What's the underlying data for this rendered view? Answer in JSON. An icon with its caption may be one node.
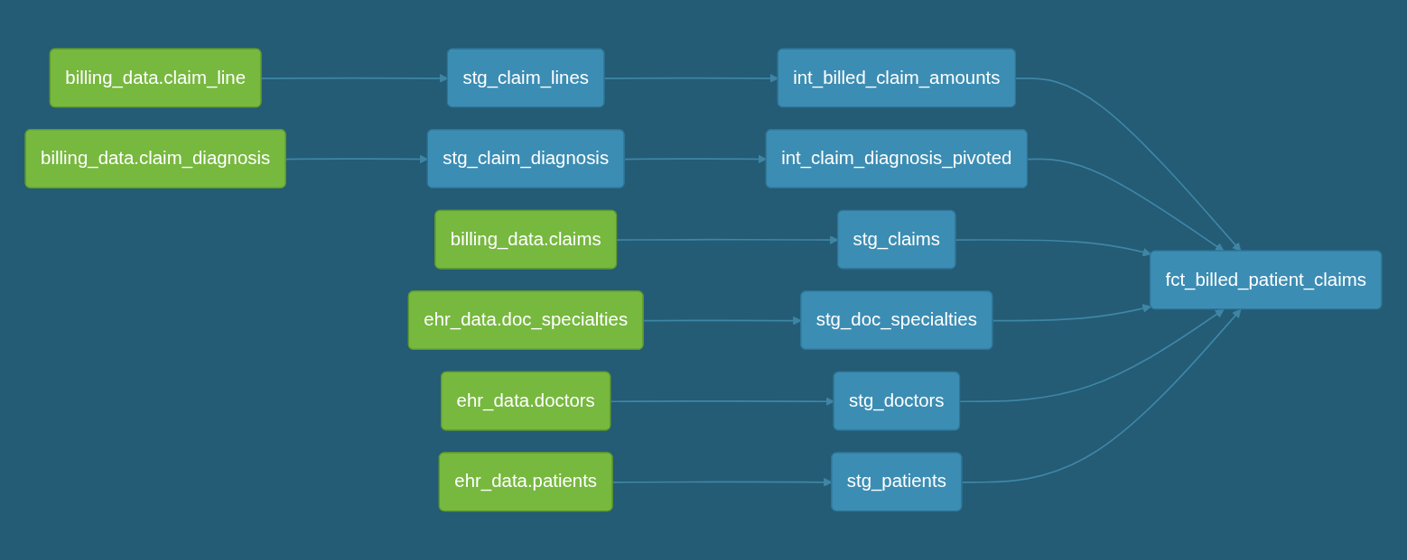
{
  "diagram": {
    "nodes": [
      {
        "text": [
          "billing_data.claim_line"
        ]
      },
      {
        "text": [
          "stg_claim_lines"
        ]
      },
      {
        "text": [
          "int_billed_claim_amounts"
        ]
      },
      {
        "text": [
          "billing_data.claim_diagnosis"
        ]
      },
      {
        "text": [
          "stg_claim_diagnosis"
        ]
      },
      {
        "text": [
          "int_claim_diagnosis_pivoted"
        ]
      },
      {
        "text": [
          "billing_data.claims"
        ]
      },
      {
        "text": [
          "stg_claims"
        ]
      },
      {
        "text": [
          "ehr_data.doc_specialties"
        ]
      },
      {
        "text": [
          "stg_doc_specialties"
        ]
      },
      {
        "text": [
          "fct_billed_patient_claims"
        ]
      },
      {
        "text": [
          "ehr_data.doctors"
        ]
      },
      {
        "text": [
          "stg_doctors"
        ]
      },
      {
        "text": [
          "ehr_data.patients"
        ]
      },
      {
        "text": [
          "stg_patients"
        ]
      }
    ],
    "edges": [
      {
        "from": 0,
        "to": 1,
        "arrow": "to"
      },
      {
        "from": 1,
        "to": 2,
        "arrow": "to"
      },
      {
        "from": 3,
        "to": 4,
        "arrow": "to"
      },
      {
        "from": 4,
        "to": 5,
        "arrow": "to"
      },
      {
        "from": 6,
        "to": 7,
        "arrow": "to"
      },
      {
        "from": 8,
        "to": 9,
        "arrow": "to"
      },
      {
        "from": 11,
        "to": 12,
        "arrow": "to"
      },
      {
        "from": 13,
        "to": 14,
        "arrow": "to"
      },
      {
        "from": 2,
        "to": 10,
        "arrow": "to"
      },
      {
        "from": 5,
        "to": 10,
        "arrow": "to"
      },
      {
        "from": 7,
        "to": 10,
        "arrow": "to"
      },
      {
        "from": 9,
        "to": 10,
        "arrow": "to"
      },
      {
        "from": 12,
        "to": 10,
        "arrow": "to"
      },
      {
        "from": 14,
        "to": 10,
        "arrow": "to"
      }
    ]
  }
}
